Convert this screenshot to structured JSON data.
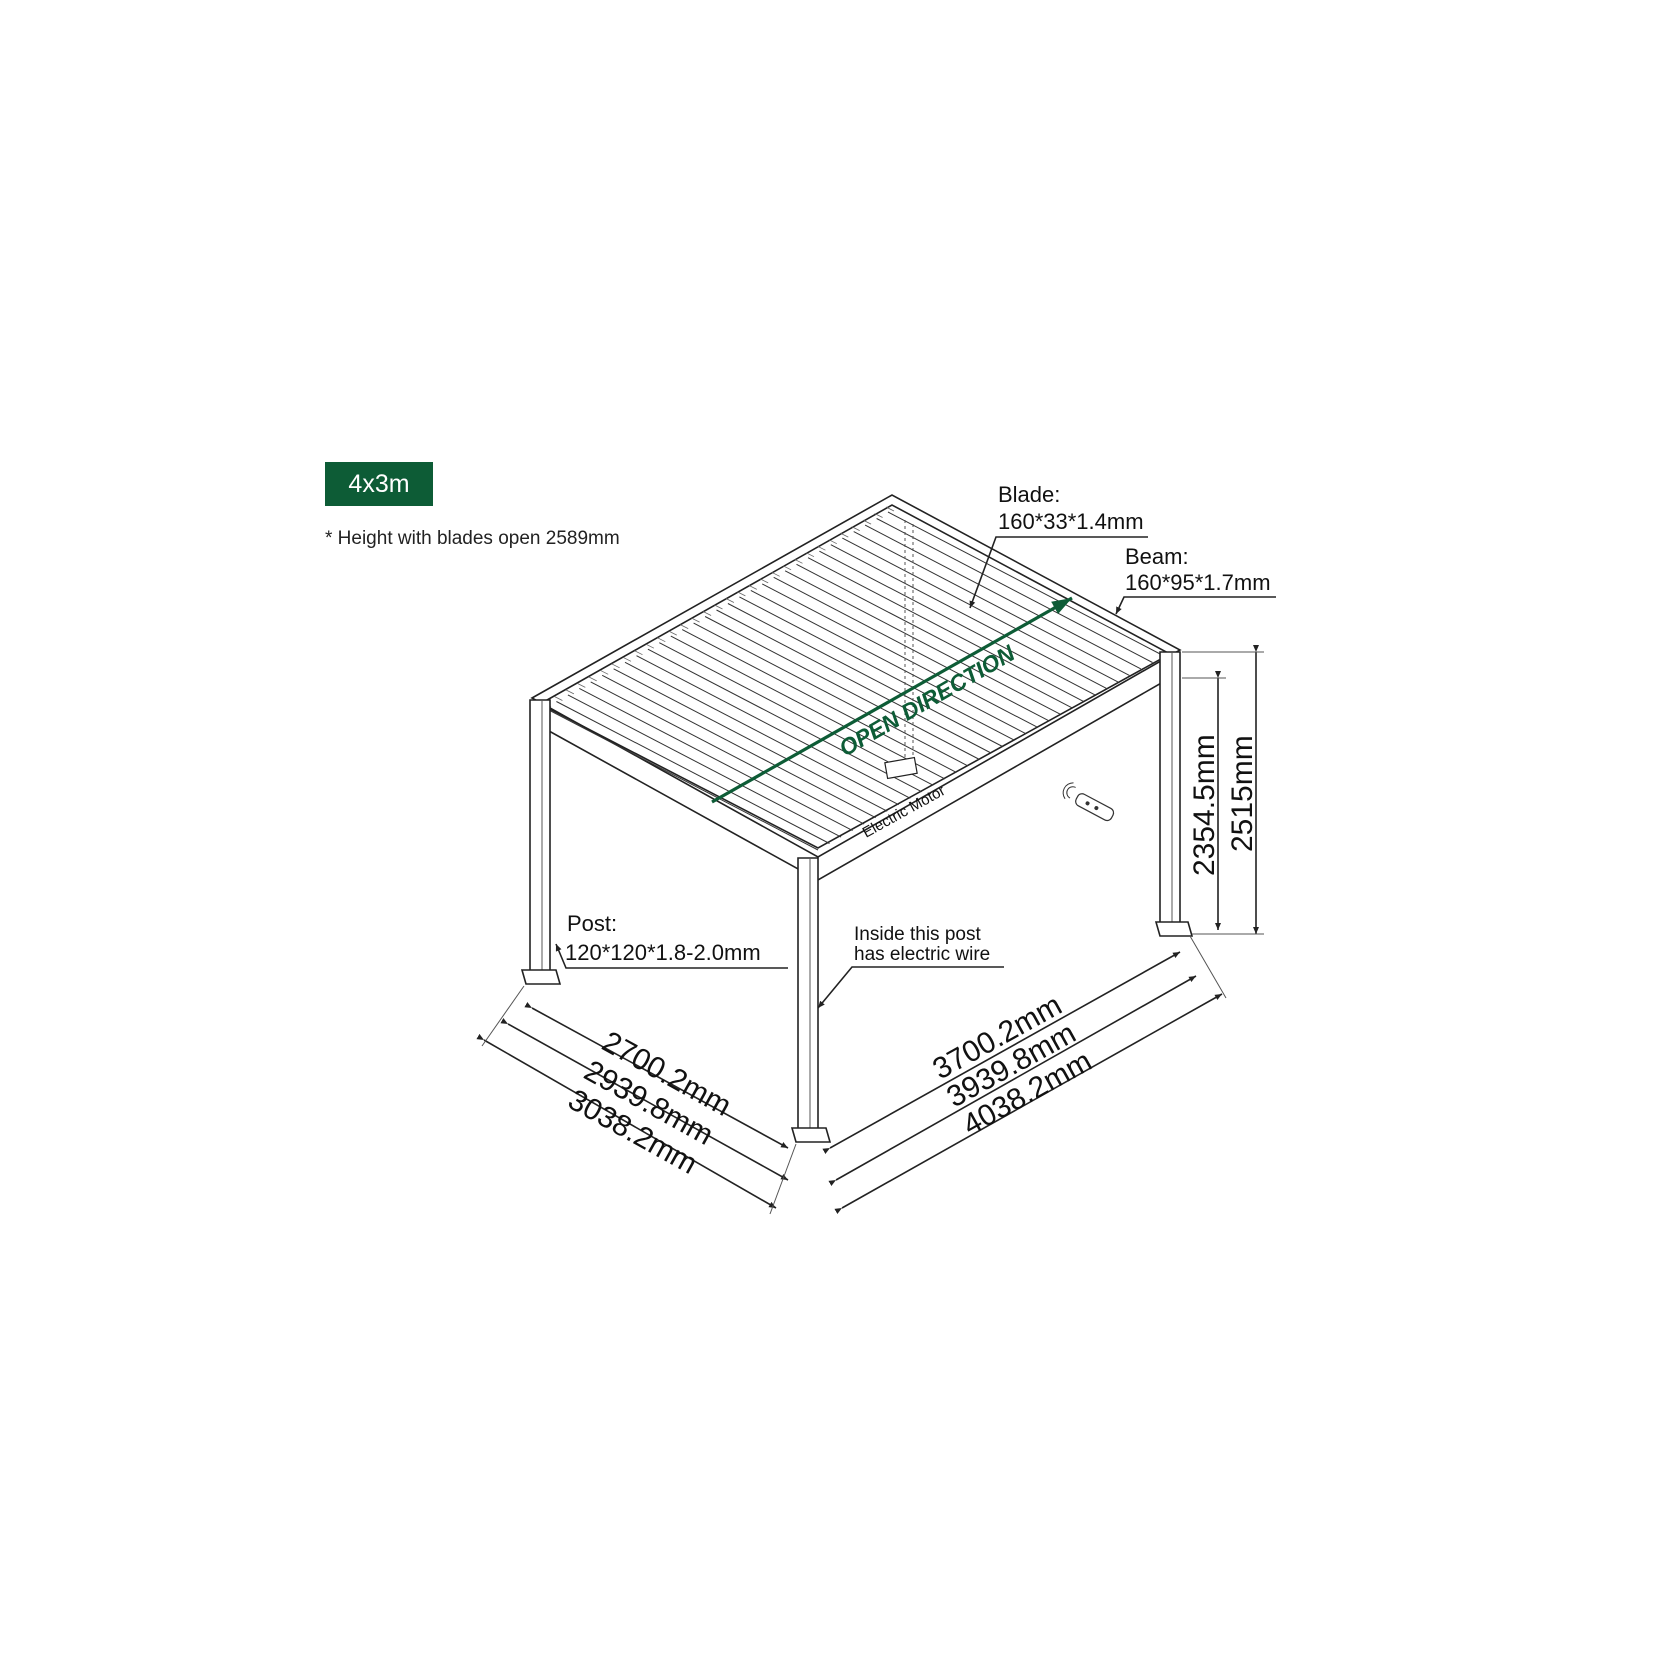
{
  "badge": {
    "label": "4x3m",
    "color": "#0d5c36"
  },
  "note": "* Height with blades open 2589mm",
  "labels": {
    "blade_title": "Blade:",
    "blade_spec": "160*33*1.4mm",
    "beam_title": "Beam:",
    "beam_spec": "160*95*1.7mm",
    "post_title": "Post:",
    "post_spec": "120*120*1.8-2.0mm",
    "wire_line1": "Inside this post",
    "wire_line2": "has electric wire",
    "motor": "Electric Motor",
    "open_direction": "OPEN DIRECTION"
  },
  "dimensions": {
    "depth": [
      "2700.2mm",
      "2939.8mm",
      "3038.2mm"
    ],
    "width": [
      "3700.2mm",
      "3939.8mm",
      "4038.2mm"
    ],
    "height": [
      "2354.5mm",
      "2515mm"
    ]
  },
  "colors": {
    "accent": "#0d5c36",
    "line": "#222222"
  },
  "icons": {
    "remote": "remote-control-icon"
  }
}
